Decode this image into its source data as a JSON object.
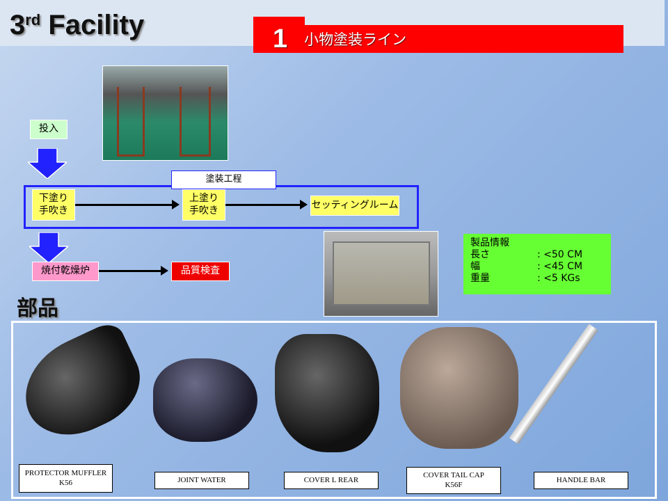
{
  "header": {
    "title_prefix": "3",
    "title_sup": "rd",
    "title_main": " Facility",
    "section_number": "1",
    "section_label": "小物塗装ライン"
  },
  "flow": {
    "start": "投入",
    "group_label": "塗装工程",
    "steps": [
      {
        "label": "下塗り\n手吹き"
      },
      {
        "label": "上塗り\n手吹き"
      },
      {
        "label": "セッティングルーム"
      }
    ],
    "oven": "焼付乾燥炉",
    "inspection": "品質検査"
  },
  "product_info": {
    "title": "製品情報",
    "rows": [
      {
        "key": "長さ",
        "value": ": <50 CM"
      },
      {
        "key": "幅",
        "value": ": <45 CM"
      },
      {
        "key": "重量",
        "value": ": <5 KGs"
      }
    ]
  },
  "parts": {
    "title": "部品",
    "items": [
      {
        "label": "PROTECTOR MUFFLER K56"
      },
      {
        "label": "JOINT WATER"
      },
      {
        "label": "COVER L REAR"
      },
      {
        "label": "COVER TAIL CAP K56F"
      },
      {
        "label": "HANDLE BAR"
      }
    ]
  },
  "colors": {
    "red": "#ff0000",
    "yellow": "#ffff66",
    "green": "#66ff33",
    "blue_frame": "#2222ff",
    "pink": "#ff99cc",
    "light_green": "#ccffcc"
  }
}
